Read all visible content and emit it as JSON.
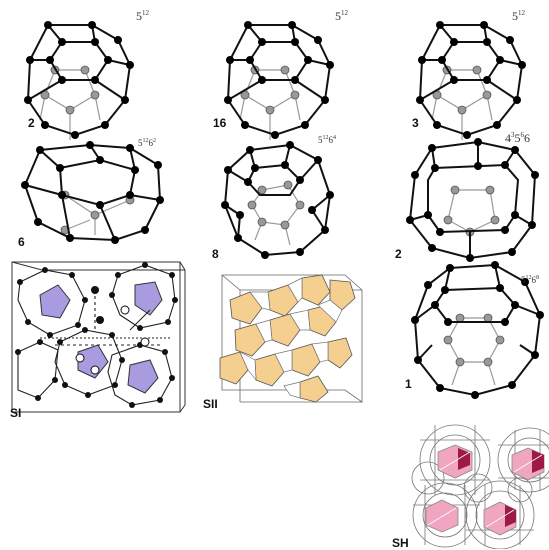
{
  "panels": [
    {
      "id": "c1",
      "count": "2",
      "base": "5",
      "exp": "12",
      "base2": "",
      "exp2": ""
    },
    {
      "id": "c2",
      "count": "16",
      "base": "5",
      "exp": "12",
      "base2": "",
      "exp2": ""
    },
    {
      "id": "c3",
      "count": "3",
      "base": "5",
      "exp": "12",
      "base2": "",
      "exp2": ""
    },
    {
      "id": "c4",
      "count": "6",
      "base": "5",
      "exp": "12",
      "base2": "6",
      "exp2": "2"
    },
    {
      "id": "c5",
      "count": "8",
      "base": "5",
      "exp": "12",
      "base2": "6",
      "exp2": "4"
    },
    {
      "id": "c6",
      "count": "2",
      "base": "4",
      "exp": "3",
      "base2": "5",
      "exp2": "6",
      "base3": "6",
      "exp3": ""
    },
    {
      "id": "c7",
      "count": "1",
      "base": "5",
      "exp": "12",
      "base2": "6",
      "exp2": "8"
    }
  ],
  "structures": [
    {
      "id": "si",
      "label": "SI",
      "tint": "#a99be0"
    },
    {
      "id": "sii",
      "label": "SII",
      "tint": "#f5cf90"
    },
    {
      "id": "sh",
      "label": "SH",
      "tint": "#f0a6c0",
      "accent": "#9c1a45"
    }
  ]
}
